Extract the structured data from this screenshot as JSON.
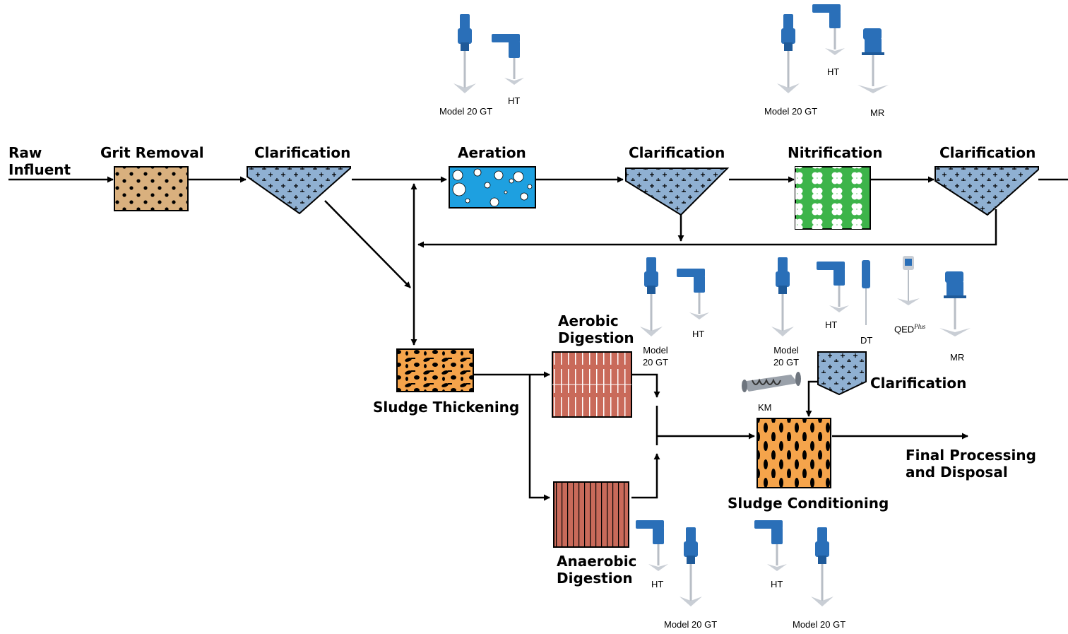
{
  "stages": {
    "raw_influent_line1": "Raw",
    "raw_influent_line2": "Influent",
    "grit_removal": "Grit Removal",
    "clarification_1": "Clarification",
    "aeration": "Aeration",
    "clarification_2": "Clarification",
    "nitrification": "Nitrification",
    "clarification_3": "Clarification",
    "sludge_thickening": "Sludge Thickening",
    "aerobic_digestion_line1": "Aerobic",
    "aerobic_digestion_line2": "Digestion",
    "anaerobic_digestion_line1": "Anaerobic",
    "anaerobic_digestion_line2": "Digestion",
    "clarification_4": "Clarification",
    "sludge_conditioning": "Sludge Conditioning",
    "final_line1": "Final Processing",
    "final_line2": "and Disposal"
  },
  "equipment": {
    "aeration_gt": "Model 20 GT",
    "aeration_ht": "HT",
    "clar2_gt": "Model 20 GT",
    "clar2_ht": "HT",
    "clar2_mr": "MR",
    "aerobic_gt_line1": "Model",
    "aerobic_gt_line2": "20 GT",
    "aerobic_ht": "HT",
    "cond_gt_line1": "Model",
    "cond_gt_line2": "20 GT",
    "cond_ht": "HT",
    "cond_dt": "DT",
    "cond_qed": "QED",
    "cond_qed_sup": "Plus",
    "cond_mr": "MR",
    "cond_km": "KM",
    "anaerobic_ht": "HT",
    "anaerobic_gt": "Model 20 GT",
    "conditioning_bottom_ht": "HT",
    "conditioning_bottom_gt": "Model 20 GT"
  },
  "colors": {
    "grit": "#D9B07E",
    "clarifier": "#8FB0D2",
    "aeration": "#1EA0E0",
    "nitrification": "#3DB44A",
    "thickening": "#F5A44B",
    "digestion": "#C96A5A",
    "conditioning": "#F5A44B",
    "mixer_blue": "#2A6FB8",
    "shaft": "#B8BEC6"
  }
}
